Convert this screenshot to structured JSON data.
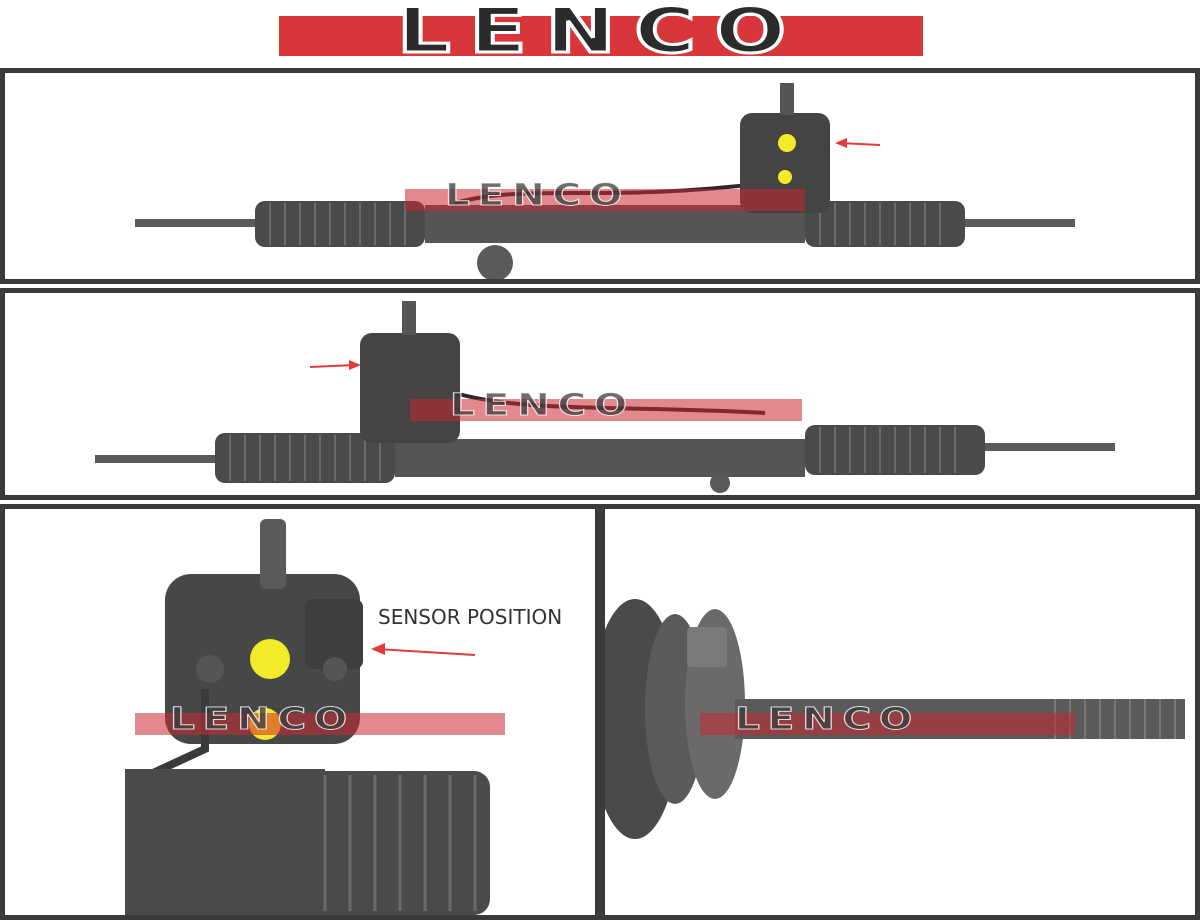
{
  "brand": {
    "name": "LENCO"
  },
  "panels": {
    "top": {
      "watermark": "LENCO"
    },
    "middle": {
      "watermark": "LENCO"
    },
    "bottom_left": {
      "watermark": "LENCO",
      "label": "SENSOR POSITION"
    },
    "bottom_right": {
      "watermark": "LENCO"
    }
  },
  "colors": {
    "accent": "#d8363b",
    "frame": "#3a3a3a",
    "arrow": "#e23b3b",
    "cap": "#f3ea2a",
    "part": "#4a4a4a"
  }
}
